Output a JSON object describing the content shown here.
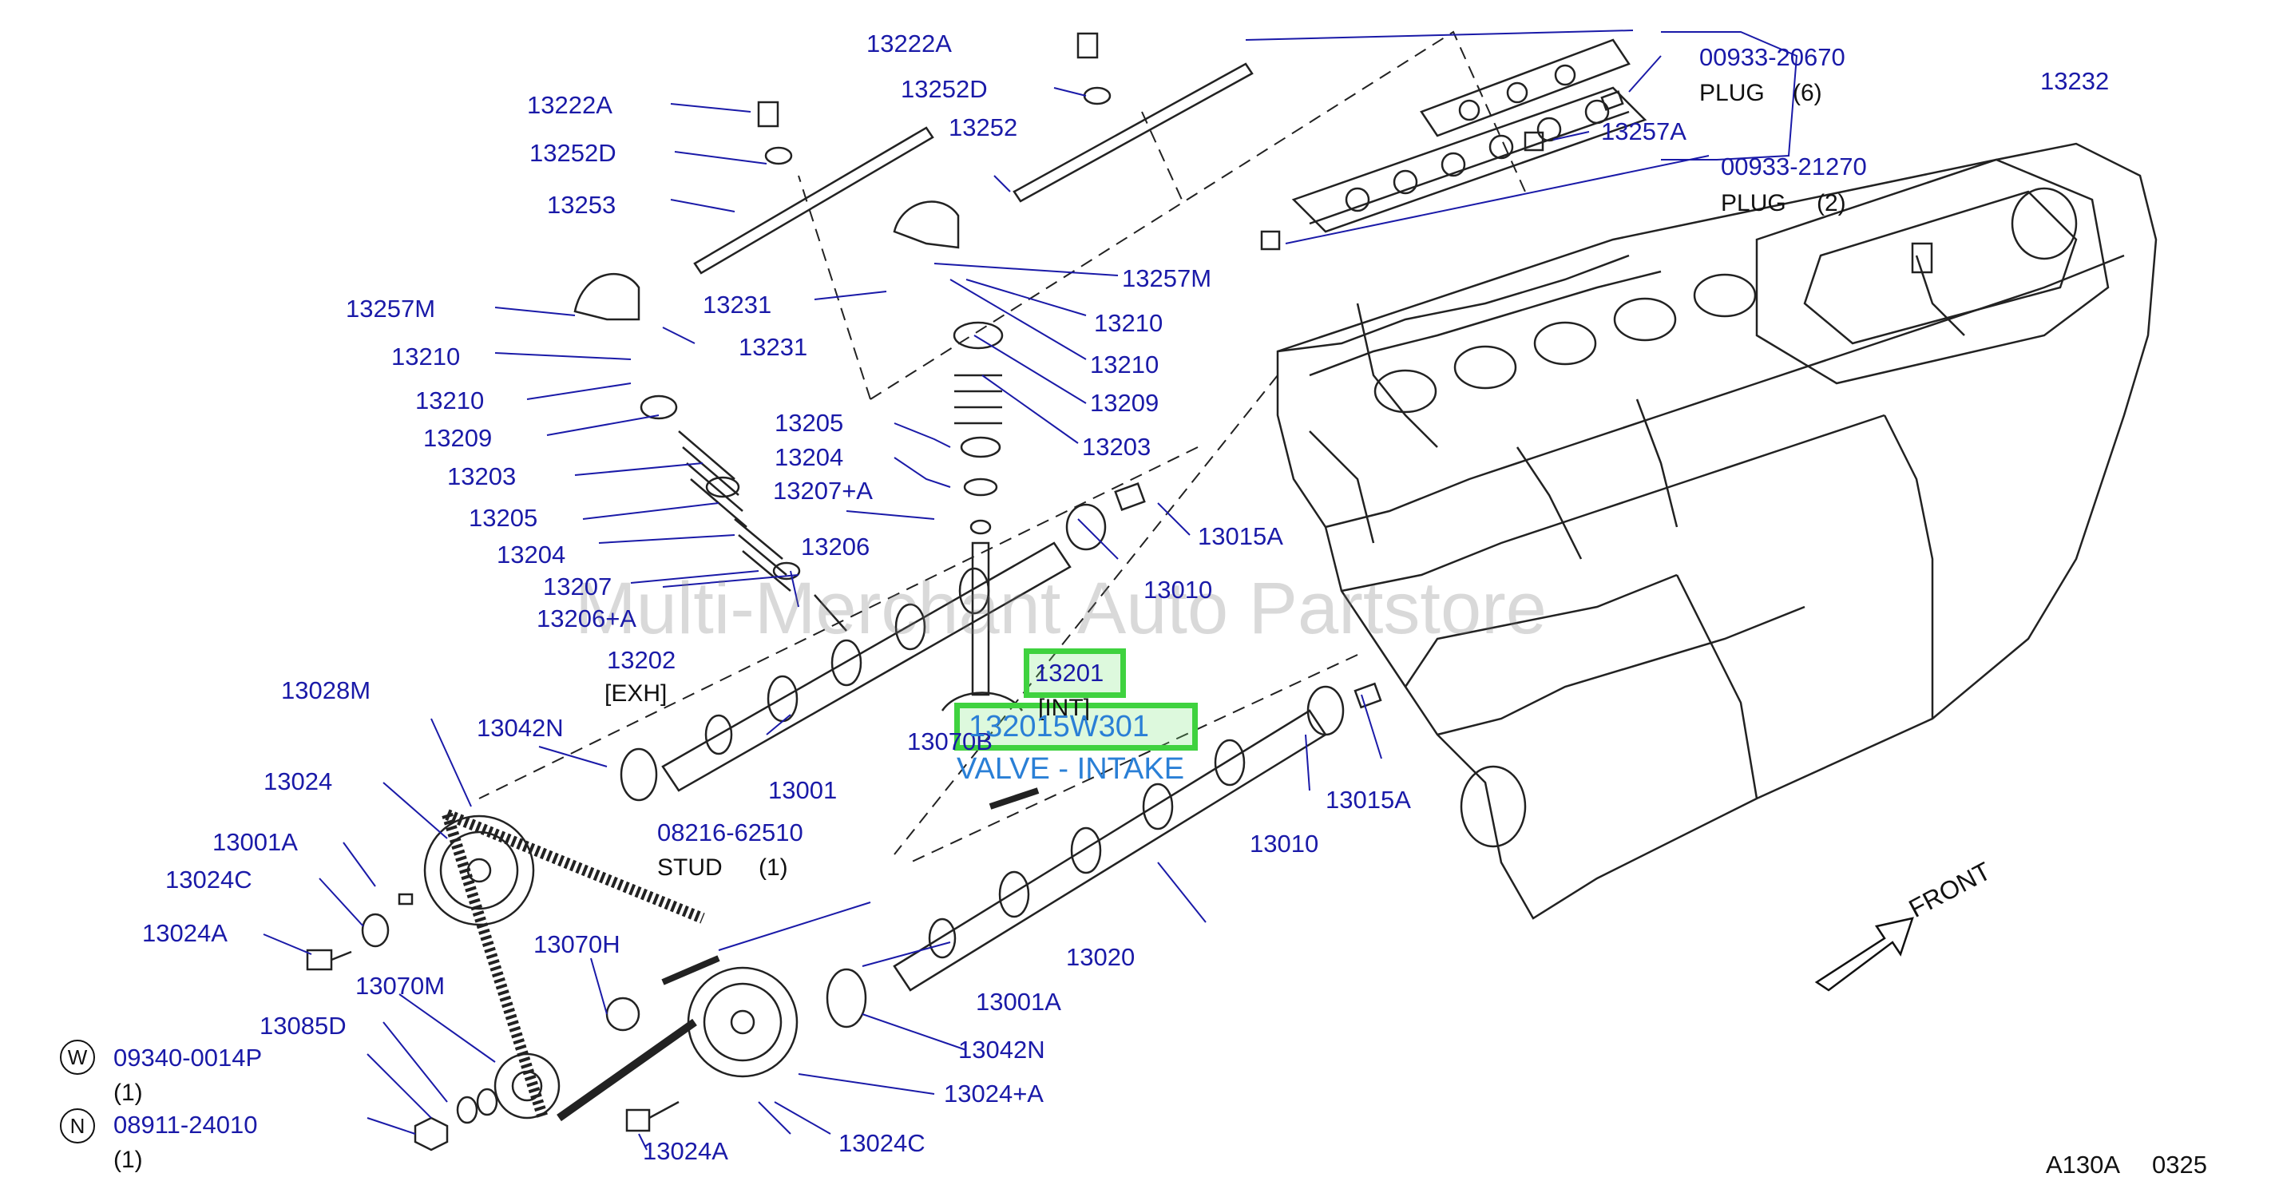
{
  "watermark": "Multi-Merchant Auto Partstore",
  "code": "A130A",
  "page": "0325",
  "front_label": "FRONT",
  "highlight": {
    "part": "13201",
    "number": "132015W301",
    "description": "VALVE - INTAKE"
  },
  "labels": {
    "l13222a_top": "13222A",
    "l13252d_top": "13252D",
    "l13252": "13252",
    "l13222a_left": "13222A",
    "l13252d_left": "13252D",
    "l13253": "13253",
    "l13257m_right": "13257M",
    "l13257m_left": "13257M",
    "l13231_a": "13231",
    "l13231_b": "13231",
    "l13210_r1": "13210",
    "l13210_r2": "13210",
    "l13209_r": "13209",
    "l13203_r": "13203",
    "l13210_l1": "13210",
    "l13210_l2": "13210",
    "l13209_l": "13209",
    "l13203_l": "13203",
    "l13205_l": "13205",
    "l13204_l": "13204",
    "l13207": "13207",
    "l13206a": "13206+A",
    "l13202": "13202",
    "exh": "[EXH]",
    "l13205_c": "13205",
    "l13204_c": "13204",
    "l13207a": "13207+A",
    "l13206": "13206",
    "l13201": "13201",
    "int": "[INT]",
    "l13070b": "13070B",
    "l13015a_1": "13015A",
    "l13010_1": "13010",
    "l13015a_2": "13015A",
    "l13010_2": "13010",
    "l13028m": "13028M",
    "l13042n_1": "13042N",
    "l13001": "13001",
    "l13024": "13024",
    "l08216": "08216-62510",
    "stud": "STUD",
    "stud_qty": "(1)",
    "l13001a_1": "13001A",
    "l13024c_1": "13024C",
    "l13024a_1": "13024A",
    "l13070h": "13070H",
    "l13070m": "13070M",
    "l13085d": "13085D",
    "l09340": "09340-0014P",
    "q09340": "(1)",
    "l08911": "08911-24010",
    "q08911": "(1)",
    "l13020": "13020",
    "l13001a_2": "13001A",
    "l13042n_2": "13042N",
    "l13024a_plus": "13024+A",
    "l13024a_2": "13024A",
    "l13024c_2": "13024C",
    "l00933_20670": "00933-20670",
    "plug6": "PLUG",
    "plug6_qty": "(6)",
    "l13232": "13232",
    "l13257a": "13257A",
    "l00933_21270": "00933-21270",
    "plug2": "PLUG",
    "plug2_qty": "(2)",
    "w": "W",
    "n": "N"
  }
}
